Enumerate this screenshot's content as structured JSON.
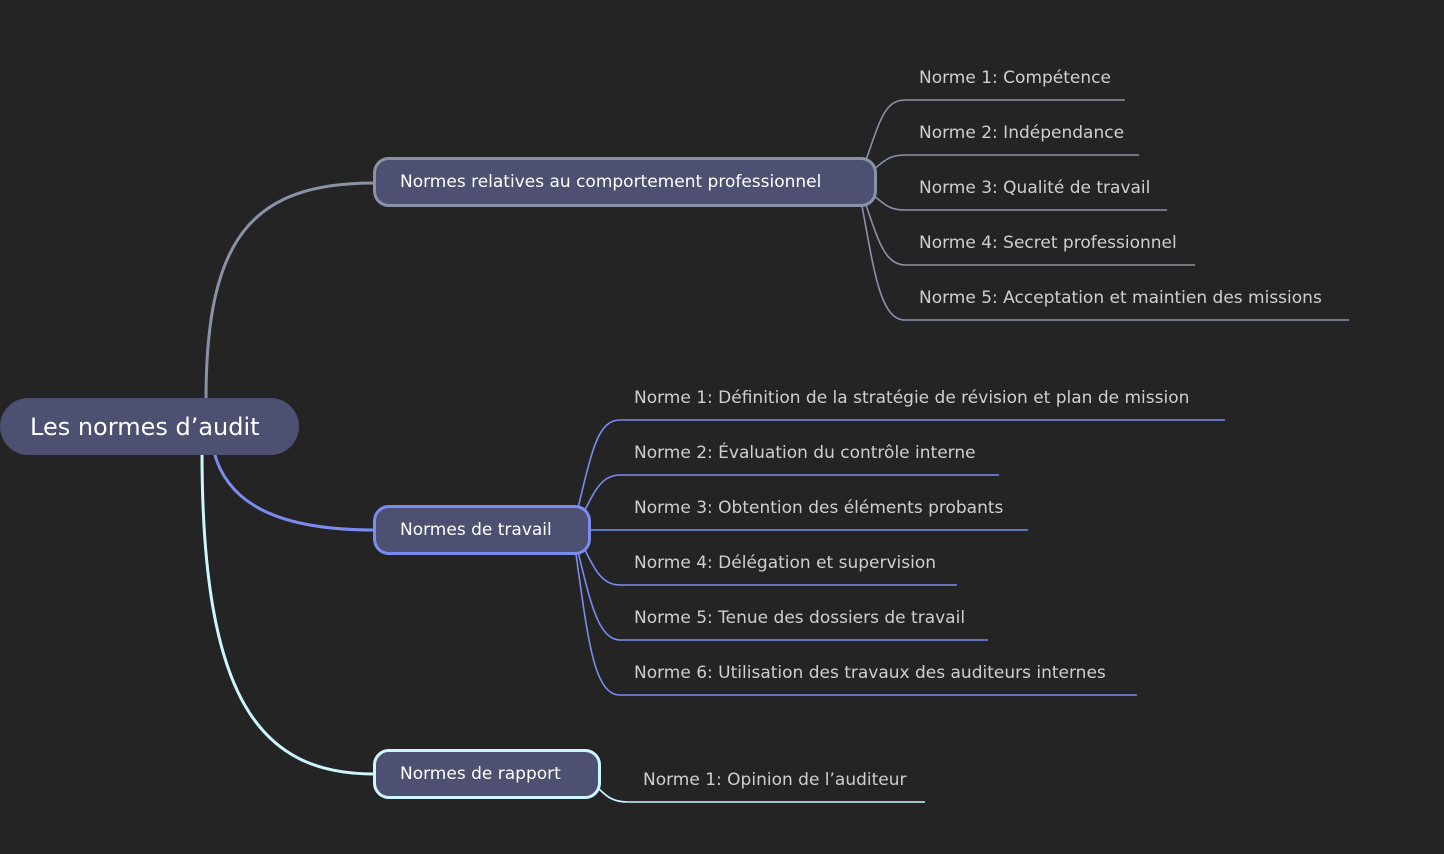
{
  "root": {
    "label": "Les normes d’audit"
  },
  "branches": [
    {
      "label": "Normes relatives au comportement professionnel",
      "color": "#8a93a6",
      "leaves": [
        "Norme 1: Compétence",
        "Norme 2: Indépendance",
        "Norme 3: Qualité de travail",
        "Norme 4: Secret professionnel",
        "Norme 5: Acceptation et maintien des missions"
      ]
    },
    {
      "label": "Normes de travail",
      "color": "#7b8cf0",
      "leaves": [
        "Norme 1: Définition de la stratégie de révision et plan de mission",
        "Norme 2: Évaluation du contrôle interne",
        "Norme 3: Obtention des éléments probants",
        "Norme 4: Délégation et supervision",
        "Norme 5: Tenue des dossiers de travail",
        "Norme 6: Utilisation des travaux des auditeurs internes"
      ]
    },
    {
      "label": "Normes de rapport",
      "color": "#cdf7ff",
      "leaves": [
        "Norme 1: Opinion de l’auditeur"
      ]
    }
  ]
}
